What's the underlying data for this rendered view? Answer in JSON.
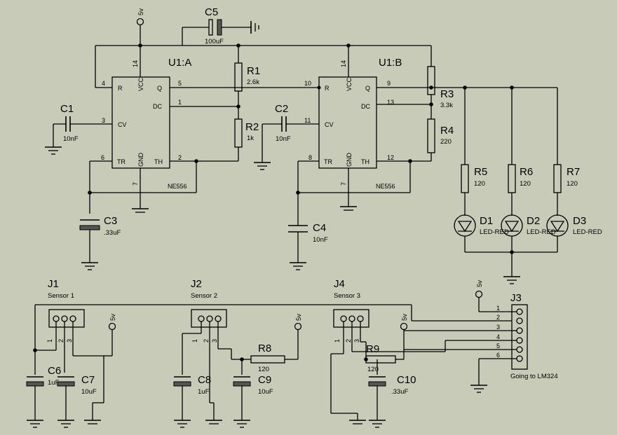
{
  "power_label": "5v",
  "ic": {
    "a": {
      "ref": "U1:A",
      "part": "NE556",
      "pins": {
        "r": "R",
        "vcc": "VCC",
        "q": "Q",
        "dc": "DC",
        "cv": "CV",
        "tr": "TR",
        "gnd": "GND",
        "th": "TH"
      },
      "nums": {
        "n4": "4",
        "n14": "14",
        "n5": "5",
        "n1": "1",
        "n3": "3",
        "n6": "6",
        "n2": "2",
        "n7": "7"
      }
    },
    "b": {
      "ref": "U1:B",
      "part": "NE556",
      "pins": {
        "r": "R",
        "vcc": "VCC",
        "q": "Q",
        "dc": "DC",
        "cv": "CV",
        "tr": "TR",
        "gnd": "GND",
        "th": "TH"
      },
      "nums": {
        "n10": "10",
        "n14": "14",
        "n9": "9",
        "n13": "13",
        "n11": "11",
        "n8": "8",
        "n12": "12",
        "n7": "7"
      }
    }
  },
  "components": {
    "c1": {
      "ref": "C1",
      "val": "10nF"
    },
    "c2": {
      "ref": "C2",
      "val": "10nF"
    },
    "c3": {
      "ref": "C3",
      "val": ".33uF"
    },
    "c4": {
      "ref": "C4",
      "val": "10nF"
    },
    "c5": {
      "ref": "C5",
      "val": "100uF"
    },
    "c6": {
      "ref": "C6",
      "val": "1uF"
    },
    "c7": {
      "ref": "C7",
      "val": "10uF"
    },
    "c8": {
      "ref": "C8",
      "val": "1uF"
    },
    "c9": {
      "ref": "C9",
      "val": "10uF"
    },
    "c10": {
      "ref": "C10",
      "val": ".33uF"
    },
    "r1": {
      "ref": "R1",
      "val": "2.6k"
    },
    "r2": {
      "ref": "R2",
      "val": "1k"
    },
    "r3": {
      "ref": "R3",
      "val": "3.3k"
    },
    "r4": {
      "ref": "R4",
      "val": "220"
    },
    "r5": {
      "ref": "R5",
      "val": "120"
    },
    "r6": {
      "ref": "R6",
      "val": "120"
    },
    "r7": {
      "ref": "R7",
      "val": "120"
    },
    "r8": {
      "ref": "R8",
      "val": "120"
    },
    "r9": {
      "ref": "R9",
      "val": "120"
    },
    "d1": {
      "ref": "D1",
      "val": "LED-RED"
    },
    "d2": {
      "ref": "D2",
      "val": "LED-RED"
    },
    "d3": {
      "ref": "D3",
      "val": "LED-RED"
    }
  },
  "connectors": {
    "j1": {
      "ref": "J1",
      "name": "Sensor 1",
      "pins": [
        "1",
        "2",
        "3"
      ]
    },
    "j2": {
      "ref": "J2",
      "name": "Sensor 2",
      "pins": [
        "1",
        "2",
        "3"
      ]
    },
    "j4": {
      "ref": "J4",
      "name": "Sensor 3",
      "pins": [
        "1",
        "2",
        "3"
      ]
    },
    "j3": {
      "ref": "J3",
      "name": "Going to LM324",
      "pins": [
        "1",
        "2",
        "3",
        "4",
        "5",
        "6"
      ]
    }
  }
}
